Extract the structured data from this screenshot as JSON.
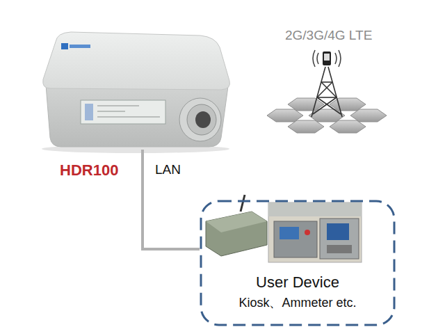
{
  "diagram": {
    "nodes": [
      {
        "text": [
          "HDR100"
        ]
      },
      {
        "text": [
          "User Device",
          "Kiosk、Ammeter etc."
        ]
      }
    ],
    "edges": [
      {
        "from": 0,
        "to": 1,
        "arrow": "none",
        "label": "LAN"
      }
    ],
    "labels": [
      "2G/3G/4G LTE"
    ]
  }
}
